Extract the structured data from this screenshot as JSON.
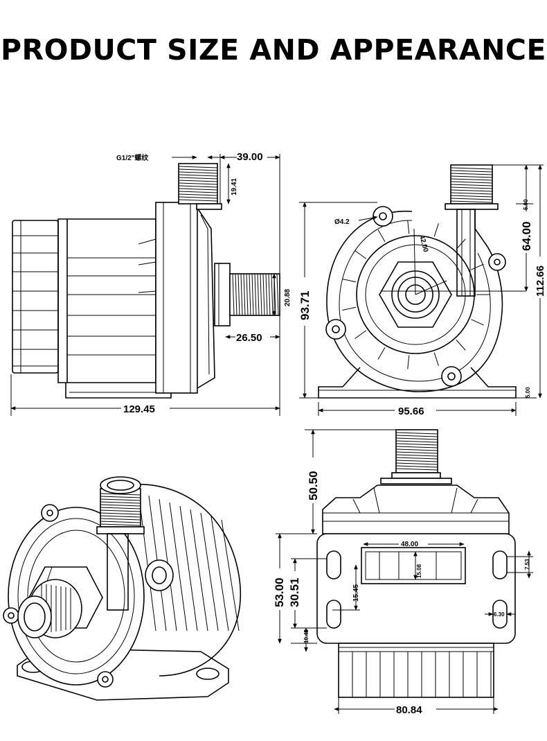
{
  "title": "PRODUCT SIZE AND APPEARANCE",
  "side_view": {
    "thread_label": "G1/2\"螺纹",
    "dim_outlet_offset": "39.00",
    "dim_outlet_height": "19.41",
    "dim_inlet_dia": "20.88",
    "dim_inlet_length": "26.50",
    "dim_total_length": "129.45"
  },
  "front_view": {
    "dim_hole_dia": "Ø4.2",
    "dim_radius": "42.00",
    "dim_height": "93.71",
    "dim_outlet_top": "64.00",
    "dim_total_height": "112.66",
    "dim_small_top": "5.00",
    "dim_small_bottom": "5.00",
    "dim_width": "95.66"
  },
  "bottom_view": {
    "dim_outlet_height": "50.50",
    "dim_slot_width": "48.00",
    "dim_slot_height": "15.08",
    "dim_slot_right": "7.53",
    "dim_slot_spacing": "15.45",
    "dim_hole": "6.30",
    "dim_bottom_offset": "10.40",
    "dim_base_height": "53.00",
    "dim_base_inner": "30.51",
    "dim_width": "80.84"
  }
}
